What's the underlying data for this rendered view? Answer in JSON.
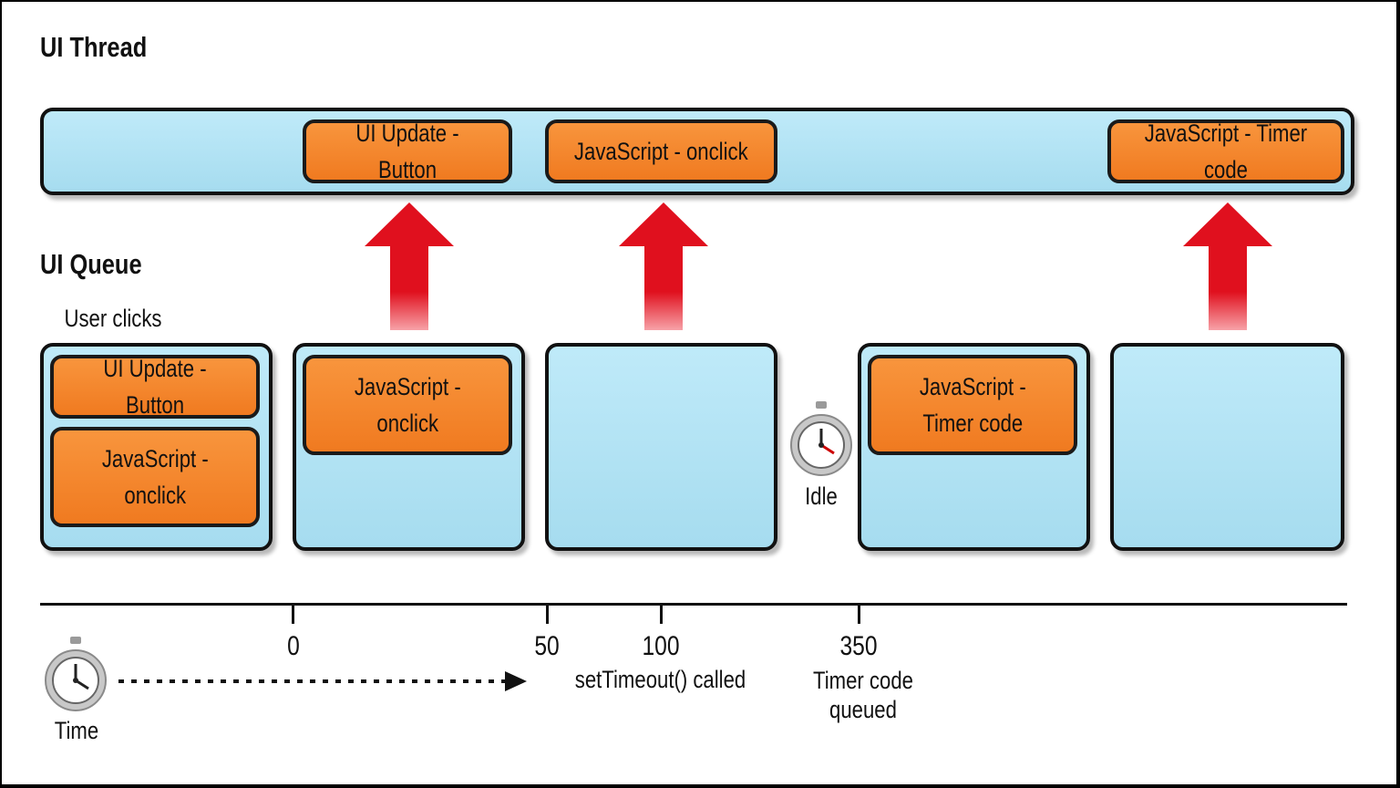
{
  "ui_thread": {
    "heading": "UI Thread",
    "tasks": [
      {
        "label": "UI Update - Button"
      },
      {
        "label": "JavaScript - onclick"
      },
      {
        "label": "JavaScript - Timer code"
      }
    ]
  },
  "ui_queue": {
    "heading": "UI Queue",
    "user_clicks_label": "User clicks",
    "idle_label": "Idle",
    "slots": [
      {
        "tasks": [
          "UI Update - Button",
          "JavaScript -\nonclick"
        ]
      },
      {
        "tasks": [
          "JavaScript -\nonclick"
        ]
      },
      {
        "tasks": []
      },
      {
        "tasks": [
          "JavaScript -\nTimer code"
        ]
      },
      {
        "tasks": []
      }
    ]
  },
  "timeline": {
    "time_label": "Time",
    "ticks": [
      {
        "value": "0"
      },
      {
        "value": "50"
      },
      {
        "value": "100",
        "note": "setTimeout()  called"
      },
      {
        "value": "350",
        "note": "Timer code\nqueued"
      }
    ]
  },
  "colors": {
    "lane_fill": "#b3e3f4",
    "task_fill": "#f4852c",
    "arrow": "#e0101e",
    "outline": "#111111"
  },
  "icons": {
    "arrow": "red-up-arrow-icon",
    "stopwatch": "stopwatch-icon",
    "dotted_arrow": "dotted-right-arrow-icon"
  }
}
